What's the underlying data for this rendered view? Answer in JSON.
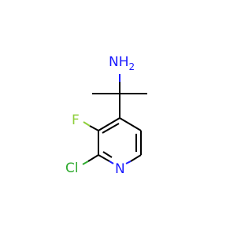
{
  "molecule": {
    "atoms": {
      "amine": {
        "symbol": "NH",
        "subscript": "2",
        "color": "#1a1aff"
      },
      "fluorine": {
        "symbol": "F",
        "color": "#8fcf3c"
      },
      "chlorine": {
        "symbol": "Cl",
        "color": "#2eaa2e"
      },
      "ring_nitrogen": {
        "symbol": "N",
        "color": "#1a1aff"
      }
    },
    "bond_color": "#000000"
  }
}
